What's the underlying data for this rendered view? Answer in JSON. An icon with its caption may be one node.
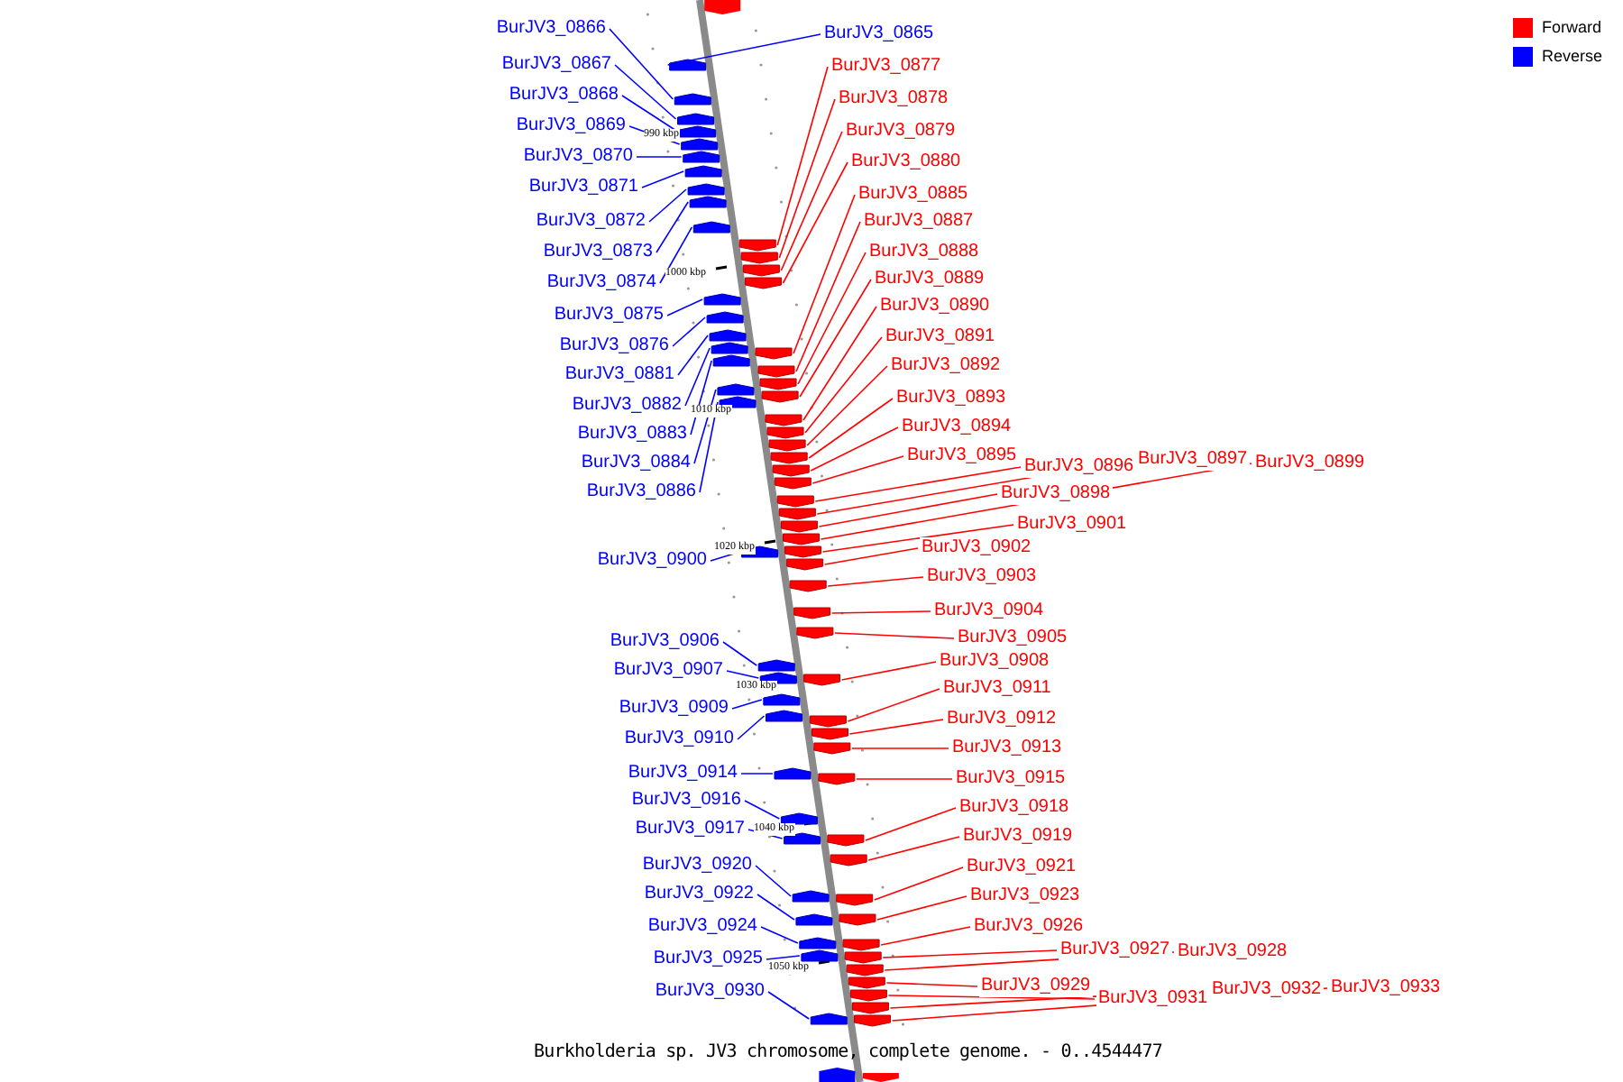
{
  "diagram": {
    "caption": "Burkholderia sp. JV3 chromosome, complete genome. - 0..4544477",
    "nodes": [
      {
        "text": [
          "BurJV3_0866"
        ]
      },
      {
        "text": [
          "BurJV3_0867"
        ]
      },
      {
        "text": [
          "BurJV3_0868"
        ]
      },
      {
        "text": [
          "BurJV3_0869"
        ]
      },
      {
        "text": [
          "BurJV3_0870"
        ]
      },
      {
        "text": [
          "BurJV3_0871"
        ]
      },
      {
        "text": [
          "BurJV3_0872"
        ]
      },
      {
        "text": [
          "BurJV3_0873"
        ]
      },
      {
        "text": [
          "BurJV3_0874"
        ]
      },
      {
        "text": [
          "BurJV3_0875"
        ]
      },
      {
        "text": [
          "BurJV3_0876"
        ]
      },
      {
        "text": [
          "BurJV3_0881"
        ]
      },
      {
        "text": [
          "BurJV3_0882"
        ]
      },
      {
        "text": [
          "BurJV3_0883"
        ]
      },
      {
        "text": [
          "BurJV3_0884"
        ]
      },
      {
        "text": [
          "BurJV3_0886"
        ]
      },
      {
        "text": [
          "BurJV3_0900"
        ]
      },
      {
        "text": [
          "BurJV3_0906"
        ]
      },
      {
        "text": [
          "BurJV3_0907"
        ]
      },
      {
        "text": [
          "BurJV3_0909"
        ]
      },
      {
        "text": [
          "BurJV3_0910"
        ]
      },
      {
        "text": [
          "BurJV3_0914"
        ]
      },
      {
        "text": [
          "BurJV3_0916"
        ]
      },
      {
        "text": [
          "BurJV3_0917"
        ]
      },
      {
        "text": [
          "BurJV3_0920"
        ]
      },
      {
        "text": [
          "BurJV3_0922"
        ]
      },
      {
        "text": [
          "BurJV3_0924"
        ]
      },
      {
        "text": [
          "BurJV3_0925"
        ]
      },
      {
        "text": [
          "BurJV3_0930"
        ]
      },
      {
        "text": [
          "BurJV3_0865"
        ]
      },
      {
        "text": [
          "BurJV3_0877"
        ]
      },
      {
        "text": [
          "BurJV3_0878"
        ]
      },
      {
        "text": [
          "BurJV3_0879"
        ]
      },
      {
        "text": [
          "BurJV3_0880"
        ]
      },
      {
        "text": [
          "BurJV3_0885"
        ]
      },
      {
        "text": [
          "BurJV3_0887"
        ]
      },
      {
        "text": [
          "BurJV3_0888"
        ]
      },
      {
        "text": [
          "BurJV3_0889"
        ]
      },
      {
        "text": [
          "BurJV3_0890"
        ]
      },
      {
        "text": [
          "BurJV3_0891"
        ]
      },
      {
        "text": [
          "BurJV3_0892"
        ]
      },
      {
        "text": [
          "BurJV3_0893"
        ]
      },
      {
        "text": [
          "BurJV3_0894"
        ]
      },
      {
        "text": [
          "BurJV3_0895"
        ]
      },
      {
        "text": [
          "BurJV3_0896"
        ]
      },
      {
        "text": [
          "BurJV3_0897"
        ]
      },
      {
        "text": [
          "BurJV3_0898"
        ]
      },
      {
        "text": [
          "BurJV3_0899"
        ]
      },
      {
        "text": [
          "BurJV3_0901"
        ]
      },
      {
        "text": [
          "BurJV3_0902"
        ]
      },
      {
        "text": [
          "BurJV3_0903"
        ]
      },
      {
        "text": [
          "BurJV3_0904"
        ]
      },
      {
        "text": [
          "BurJV3_0905"
        ]
      },
      {
        "text": [
          "BurJV3_0908"
        ]
      },
      {
        "text": [
          "BurJV3_0911"
        ]
      },
      {
        "text": [
          "BurJV3_0912"
        ]
      },
      {
        "text": [
          "BurJV3_0913"
        ]
      },
      {
        "text": [
          "BurJV3_0915"
        ]
      },
      {
        "text": [
          "BurJV3_0918"
        ]
      },
      {
        "text": [
          "BurJV3_0919"
        ]
      },
      {
        "text": [
          "BurJV3_0921"
        ]
      },
      {
        "text": [
          "BurJV3_0923"
        ]
      },
      {
        "text": [
          "BurJV3_0926"
        ]
      },
      {
        "text": [
          "BurJV3_0927"
        ]
      },
      {
        "text": [
          "BurJV3_0928"
        ]
      },
      {
        "text": [
          "BurJV3_0929"
        ]
      },
      {
        "text": [
          "BurJV3_0931"
        ]
      },
      {
        "text": [
          "BurJV3_0932"
        ]
      },
      {
        "text": [
          "BurJV3_0933"
        ]
      },
      {
        "text": [],
        "shape": "arrow"
      },
      {
        "text": [],
        "shape": "arrow"
      },
      {
        "text": [],
        "shape": "arrow"
      },
      {
        "text": [],
        "shape": "arrow"
      },
      {
        "text": [],
        "shape": "arrow"
      },
      {
        "text": [],
        "shape": "arrow"
      },
      {
        "text": [],
        "shape": "arrow"
      },
      {
        "text": [],
        "shape": "arrow"
      },
      {
        "text": [],
        "shape": "arrow"
      },
      {
        "text": [],
        "shape": "arrow"
      },
      {
        "text": [],
        "shape": "arrow"
      },
      {
        "text": [],
        "shape": "arrow"
      },
      {
        "text": [],
        "shape": "arrow"
      },
      {
        "text": [],
        "shape": "arrow"
      },
      {
        "text": [],
        "shape": "arrow"
      },
      {
        "text": [],
        "shape": "arrow"
      },
      {
        "text": [],
        "shape": "arrow"
      },
      {
        "text": [],
        "shape": "arrow"
      },
      {
        "text": [],
        "shape": "arrow"
      },
      {
        "text": [],
        "shape": "arrow"
      },
      {
        "text": [],
        "shape": "arrow"
      },
      {
        "text": [],
        "shape": "arrow"
      },
      {
        "text": [],
        "shape": "arrow"
      },
      {
        "text": [],
        "shape": "arrow"
      },
      {
        "text": [],
        "shape": "arrow"
      },
      {
        "text": [],
        "shape": "arrow"
      },
      {
        "text": [],
        "shape": "arrow"
      },
      {
        "text": [],
        "shape": "arrow"
      },
      {
        "text": [],
        "shape": "arrow"
      },
      {
        "text": [],
        "shape": "arrow"
      },
      {
        "text": [],
        "shape": "arrow"
      },
      {
        "text": [],
        "shape": "arrow"
      },
      {
        "text": [],
        "shape": "arrow"
      },
      {
        "text": [],
        "shape": "arrow"
      },
      {
        "text": [],
        "shape": "arrow"
      },
      {
        "text": [],
        "shape": "arrow"
      },
      {
        "text": [],
        "shape": "arrow"
      },
      {
        "text": [],
        "shape": "arrow"
      },
      {
        "text": [],
        "shape": "arrow"
      },
      {
        "text": [],
        "shape": "arrow"
      },
      {
        "text": [],
        "shape": "arrow"
      },
      {
        "text": [],
        "shape": "arrow"
      },
      {
        "text": [],
        "shape": "arrow"
      },
      {
        "text": [],
        "shape": "arrow"
      },
      {
        "text": [],
        "shape": "arrow"
      },
      {
        "text": [],
        "shape": "arrow"
      },
      {
        "text": [],
        "shape": "arrow"
      },
      {
        "text": [],
        "shape": "arrow"
      },
      {
        "text": [],
        "shape": "arrow"
      },
      {
        "text": [],
        "shape": "arrow"
      },
      {
        "text": [],
        "shape": "arrow"
      },
      {
        "text": [],
        "shape": "arrow"
      },
      {
        "text": [],
        "shape": "arrow"
      },
      {
        "text": [],
        "shape": "arrow"
      },
      {
        "text": [],
        "shape": "arrow"
      },
      {
        "text": [],
        "shape": "arrow"
      },
      {
        "text": [],
        "shape": "arrow"
      },
      {
        "text": [],
        "shape": "arrow"
      },
      {
        "text": [],
        "shape": "arrow"
      },
      {
        "text": [],
        "shape": "arrow"
      },
      {
        "text": [],
        "shape": "arrow"
      },
      {
        "text": [],
        "shape": "arrow"
      },
      {
        "text": [],
        "shape": "arrow"
      },
      {
        "text": [],
        "shape": "arrow"
      },
      {
        "text": [],
        "shape": "arrow"
      },
      {
        "text": [],
        "shape": "arrow"
      },
      {
        "text": [],
        "shape": "arrow"
      },
      {
        "text": [],
        "shape": "arrow"
      },
      {
        "text": [],
        "shape": "arrow"
      }
    ],
    "edges": [
      {
        "from": 0,
        "to": 69,
        "arrow": "none",
        "color": "#0000ff"
      },
      {
        "from": 1,
        "to": 70,
        "arrow": "none",
        "color": "#0000ff"
      },
      {
        "from": 2,
        "to": 71,
        "arrow": "none",
        "color": "#0000ff"
      },
      {
        "from": 3,
        "to": 72,
        "arrow": "none",
        "color": "#0000ff"
      },
      {
        "from": 4,
        "to": 73,
        "arrow": "none",
        "color": "#0000ff"
      },
      {
        "from": 5,
        "to": 74,
        "arrow": "none",
        "color": "#0000ff"
      },
      {
        "from": 6,
        "to": 75,
        "arrow": "none",
        "color": "#0000ff"
      },
      {
        "from": 7,
        "to": 76,
        "arrow": "none",
        "color": "#0000ff"
      },
      {
        "from": 8,
        "to": 77,
        "arrow": "none",
        "color": "#0000ff"
      },
      {
        "from": 9,
        "to": 78,
        "arrow": "none",
        "color": "#0000ff"
      },
      {
        "from": 10,
        "to": 79,
        "arrow": "none",
        "color": "#0000ff"
      },
      {
        "from": 11,
        "to": 80,
        "arrow": "none",
        "color": "#0000ff"
      },
      {
        "from": 12,
        "to": 81,
        "arrow": "none",
        "color": "#0000ff"
      },
      {
        "from": 13,
        "to": 82,
        "arrow": "none",
        "color": "#0000ff"
      },
      {
        "from": 14,
        "to": 83,
        "arrow": "none",
        "color": "#0000ff"
      },
      {
        "from": 15,
        "to": 84,
        "arrow": "none",
        "color": "#0000ff"
      },
      {
        "from": 16,
        "to": 85,
        "arrow": "none",
        "color": "#0000ff"
      },
      {
        "from": 17,
        "to": 86,
        "arrow": "none",
        "color": "#0000ff"
      },
      {
        "from": 18,
        "to": 87,
        "arrow": "none",
        "color": "#0000ff"
      },
      {
        "from": 19,
        "to": 88,
        "arrow": "none",
        "color": "#0000ff"
      },
      {
        "from": 20,
        "to": 89,
        "arrow": "none",
        "color": "#0000ff"
      },
      {
        "from": 21,
        "to": 90,
        "arrow": "none",
        "color": "#0000ff"
      },
      {
        "from": 22,
        "to": 91,
        "arrow": "none",
        "color": "#0000ff"
      },
      {
        "from": 23,
        "to": 92,
        "arrow": "none",
        "color": "#0000ff"
      },
      {
        "from": 24,
        "to": 93,
        "arrow": "none",
        "color": "#0000ff"
      },
      {
        "from": 25,
        "to": 94,
        "arrow": "none",
        "color": "#0000ff"
      },
      {
        "from": 26,
        "to": 95,
        "arrow": "none",
        "color": "#0000ff"
      },
      {
        "from": 27,
        "to": 96,
        "arrow": "none",
        "color": "#0000ff"
      },
      {
        "from": 28,
        "to": 97,
        "arrow": "none",
        "color": "#0000ff"
      },
      {
        "from": 29,
        "to": 98,
        "arrow": "none",
        "color": "#0000ff"
      },
      {
        "from": 30,
        "to": 99,
        "arrow": "none"
      },
      {
        "from": 31,
        "to": 100,
        "arrow": "none"
      },
      {
        "from": 32,
        "to": 101,
        "arrow": "none"
      },
      {
        "from": 33,
        "to": 102,
        "arrow": "none"
      },
      {
        "from": 34,
        "to": 103,
        "arrow": "none"
      },
      {
        "from": 35,
        "to": 104,
        "arrow": "none"
      },
      {
        "from": 36,
        "to": 105,
        "arrow": "none"
      },
      {
        "from": 37,
        "to": 106,
        "arrow": "none"
      },
      {
        "from": 38,
        "to": 107,
        "arrow": "none"
      },
      {
        "from": 39,
        "to": 108,
        "arrow": "none"
      },
      {
        "from": 40,
        "to": 109,
        "arrow": "none"
      },
      {
        "from": 41,
        "to": 110,
        "arrow": "none"
      },
      {
        "from": 42,
        "to": 111,
        "arrow": "none"
      },
      {
        "from": 43,
        "to": 112,
        "arrow": "none"
      },
      {
        "from": 44,
        "to": 113,
        "arrow": "none"
      },
      {
        "from": 45,
        "to": 114,
        "arrow": "none"
      },
      {
        "from": 46,
        "to": 115,
        "arrow": "none"
      },
      {
        "from": 47,
        "to": 116,
        "arrow": "none"
      },
      {
        "from": 48,
        "to": 117,
        "arrow": "none"
      },
      {
        "from": 49,
        "to": 118,
        "arrow": "none"
      },
      {
        "from": 50,
        "to": 119,
        "arrow": "none"
      },
      {
        "from": 51,
        "to": 120,
        "arrow": "none"
      },
      {
        "from": 52,
        "to": 121,
        "arrow": "none"
      },
      {
        "from": 53,
        "to": 122,
        "arrow": "none"
      },
      {
        "from": 54,
        "to": 123,
        "arrow": "none"
      },
      {
        "from": 55,
        "to": 124,
        "arrow": "none"
      },
      {
        "from": 56,
        "to": 125,
        "arrow": "none"
      },
      {
        "from": 57,
        "to": 126,
        "arrow": "none"
      },
      {
        "from": 58,
        "to": 127,
        "arrow": "none"
      },
      {
        "from": 59,
        "to": 128,
        "arrow": "none"
      },
      {
        "from": 60,
        "to": 129,
        "arrow": "none"
      },
      {
        "from": 61,
        "to": 130,
        "arrow": "none"
      },
      {
        "from": 62,
        "to": 131,
        "arrow": "none"
      },
      {
        "from": 63,
        "to": 132,
        "arrow": "none"
      },
      {
        "from": 64,
        "to": 133,
        "arrow": "none"
      },
      {
        "from": 65,
        "to": 134,
        "arrow": "none"
      },
      {
        "from": 66,
        "to": 135,
        "arrow": "none"
      },
      {
        "from": 67,
        "to": 136,
        "arrow": "none"
      },
      {
        "from": 68,
        "to": 137,
        "arrow": "none"
      }
    ],
    "labels": [
      "990 kbp",
      "1000 kbp",
      "1010 kbp",
      "1020 kbp",
      "1030 kbp",
      "1040 kbp",
      "1050 kbp"
    ],
    "legend": [
      {
        "text": "Forward",
        "color": "#ff0000"
      },
      {
        "text": "Reverse",
        "color": "#0000ff"
      }
    ]
  }
}
